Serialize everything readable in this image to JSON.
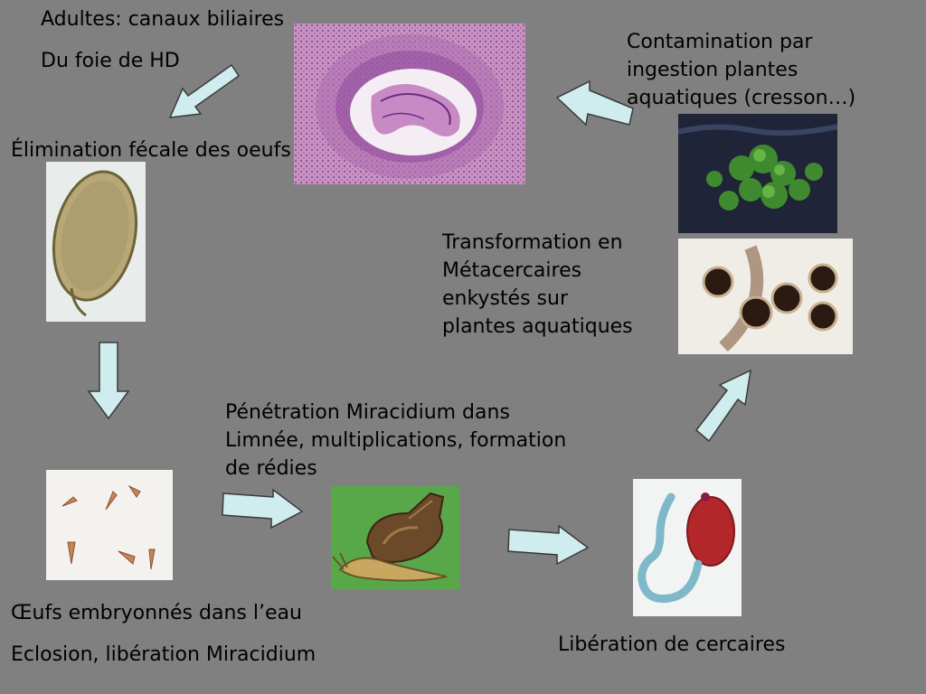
{
  "labels": {
    "adults_line1": "Adultes: canaux biliaires",
    "adults_line2": "Du foie de HD",
    "elimination": "Élimination fécale des oeufs",
    "contamination": [
      "Contamination par",
      "ingestion plantes",
      "aquatiques (cresson…)"
    ],
    "transformation": [
      "Transformation en",
      "Métacercaires",
      "enkystés sur",
      "plantes aquatiques"
    ],
    "penetration": [
      "Pénétration Miracidium dans",
      "Limnée, multiplications, formation",
      "de rédies"
    ],
    "embryonated": "Œufs embryonnés dans l’eau",
    "hatching": "Eclosion, libération Miracidium",
    "cercariae": "Libération de cercaires"
  },
  "colors": {
    "background": "#808080",
    "arrow_fill": "#cfecef",
    "arrow_stroke": "#3a3a3a"
  }
}
